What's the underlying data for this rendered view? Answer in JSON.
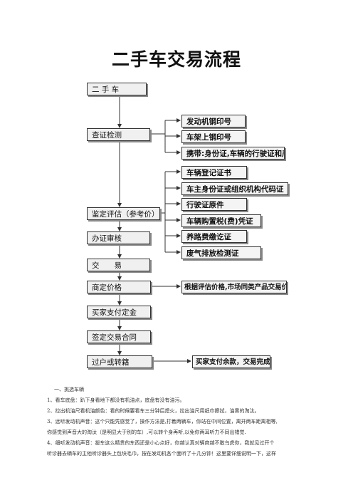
{
  "title": "二手车交易流程",
  "flow": {
    "main_steps": [
      "二 手 车",
      "查证检测",
      "鉴定评估（参考价）",
      "办证审核",
      "交　　易",
      "商定价格",
      "买家支付定金",
      "签定交易合同",
      "过户或转籍"
    ],
    "inspect_items": [
      "发动机钢印号",
      "车架上钢印号",
      "携带:身份证,车辆的行驶证和产证"
    ],
    "appraise_items": [
      "车辆登记证书",
      "车主身份证或组织机构代码证",
      "行驶证原件",
      "车辆购置税(费)凭证",
      "养路费缴讫证",
      "废气排放检测证"
    ],
    "price_note": "根据评估价格,市场同类产品交易价格",
    "transfer_note": "买家支付余款，交易完成"
  },
  "body": {
    "heading": "一、挑选车辆",
    "lines": [
      "1、看车底盘：趴下身看地下都没有机油点，底盘有没有油污。",
      "2、拉出机油尺看机油颜色：看的时候要看车三分钟后熄火，拉出油尺用纸巾擦拭，油黑的淘汰。",
      "3、远听发动机声音：这个只能凭感觉了，操作方法是,打着两辆车，你站在中间位置，离开两车距离相等,",
      "你感觉到声音大的淘汰（是明显大于别的车）,可以转个身再听,以免你两耳听力不同出错觉.",
      "4、细听发动机声音：拔车这么精贵的东西还是小心点好，你越认真对辆商越不敢乌虎你，我就见过开个",
      "听诊器去辆车的主他听诊器头上包块毛巾，按在发动机各个面听了十几分钟！这里要详细说明一下，这样"
    ]
  }
}
